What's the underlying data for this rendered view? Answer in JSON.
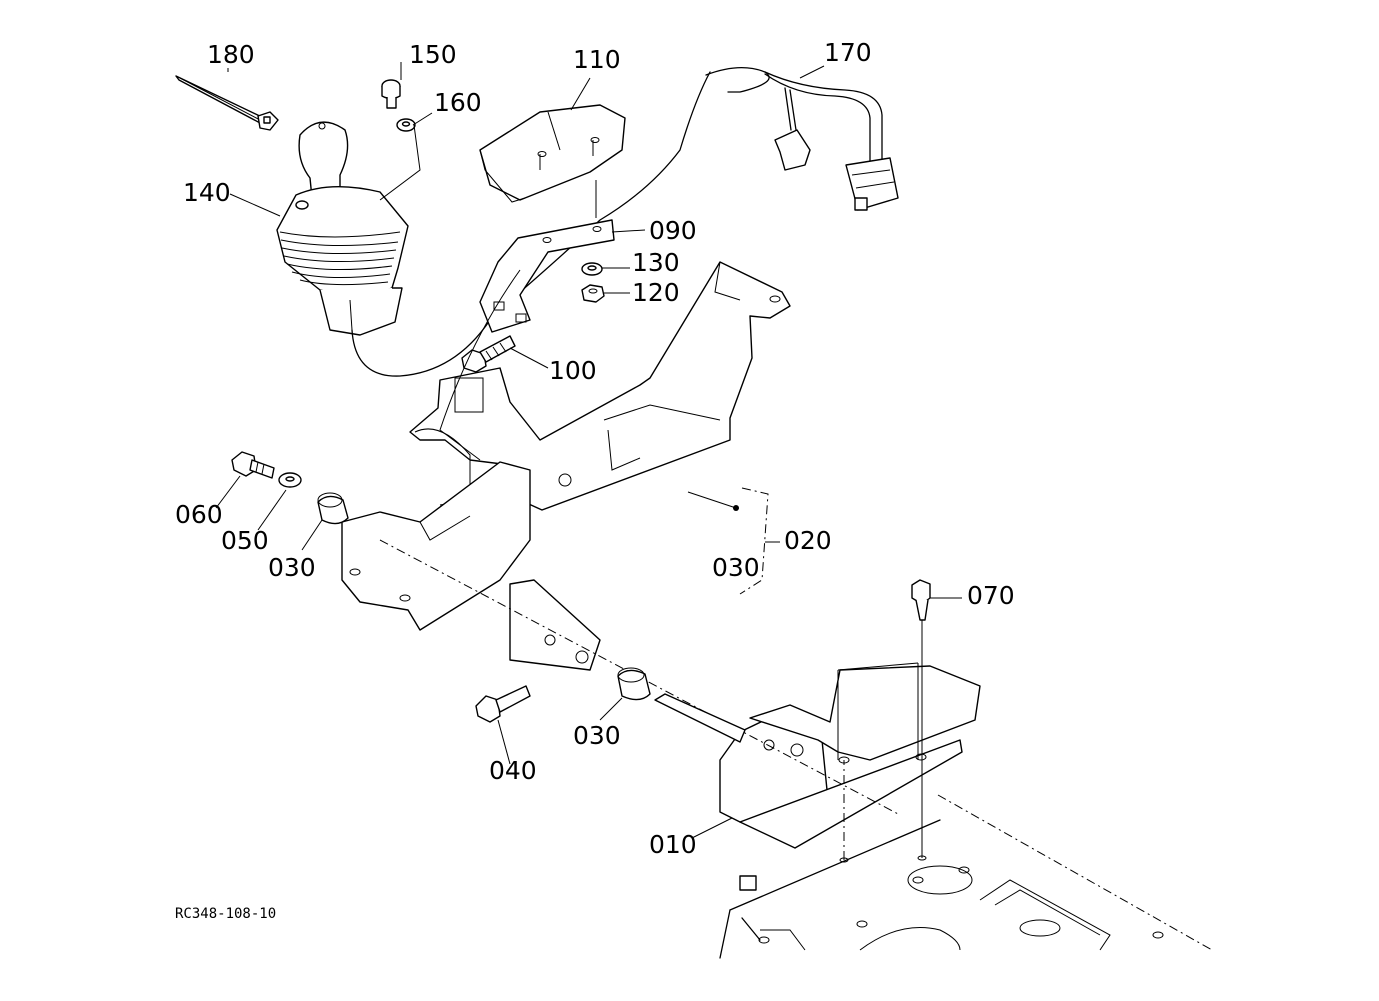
{
  "callouts": [
    {
      "id": "180",
      "label": "180"
    },
    {
      "id": "150",
      "label": "150"
    },
    {
      "id": "160",
      "label": "160"
    },
    {
      "id": "110",
      "label": "110"
    },
    {
      "id": "170",
      "label": "170"
    },
    {
      "id": "140",
      "label": "140"
    },
    {
      "id": "090",
      "label": "090"
    },
    {
      "id": "130",
      "label": "130"
    },
    {
      "id": "120",
      "label": "120"
    },
    {
      "id": "100",
      "label": "100"
    },
    {
      "id": "060",
      "label": "060"
    },
    {
      "id": "050",
      "label": "050"
    },
    {
      "id": "030a",
      "label": "030"
    },
    {
      "id": "020",
      "label": "020"
    },
    {
      "id": "030b",
      "label": "030"
    },
    {
      "id": "070",
      "label": "070"
    },
    {
      "id": "030c",
      "label": "030"
    },
    {
      "id": "040",
      "label": "040"
    },
    {
      "id": "010",
      "label": "010"
    }
  ],
  "drawing_code": "RC348-108-10"
}
